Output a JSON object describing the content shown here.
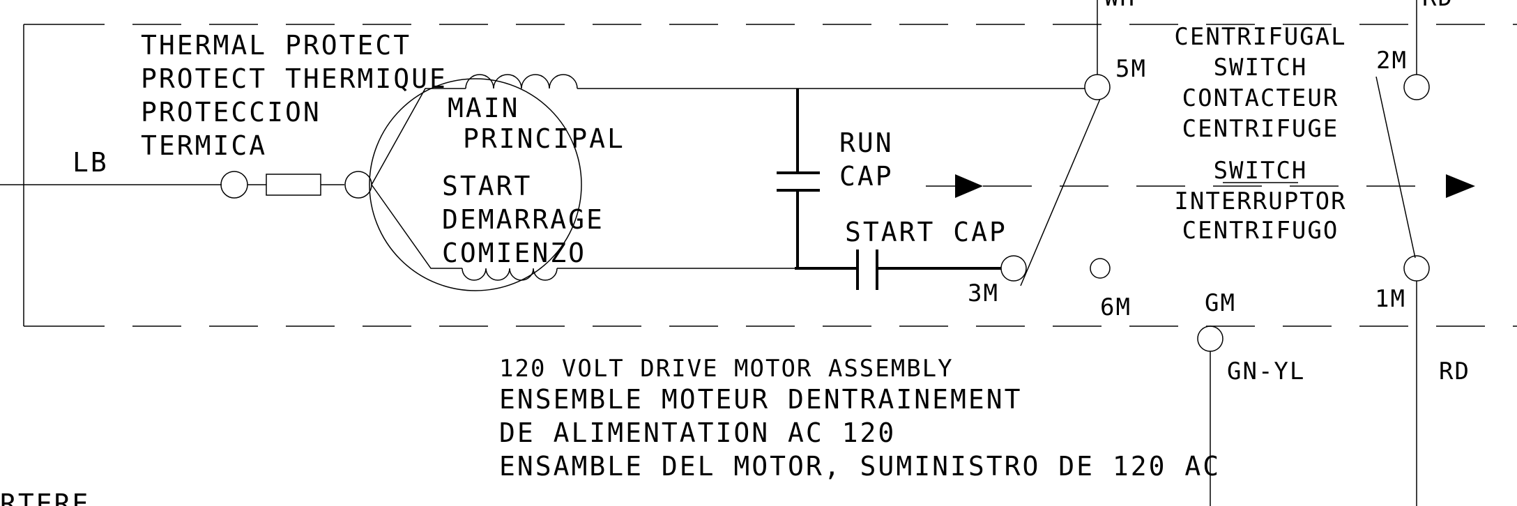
{
  "thermal_protect": [
    "THERMAL PROTECT",
    "PROTECT THERMIQUE",
    "PROTECCION",
    "TERMICA"
  ],
  "lb": "LB",
  "main_winding": [
    "MAIN",
    "PRINCIPAL"
  ],
  "start_winding": [
    "START",
    "DEMARRAGE",
    "COMIENZO"
  ],
  "run_cap": [
    "RUN",
    "CAP"
  ],
  "start_cap": "START CAP",
  "centrifugal_switch": [
    "CENTRIFUGAL",
    "SWITCH",
    "CONTACTEUR",
    "CENTRIFUGE",
    "SWITCH",
    "INTERRUPTOR",
    "CENTRIFUGO"
  ],
  "terminals": {
    "t5m": "5M",
    "t3m": "3M",
    "t6m": "6M",
    "tgm": "GM",
    "t2m": "2M",
    "t1m": "1M"
  },
  "wires": {
    "gn_yl": "GN-YL",
    "rd_bottom": "RD",
    "rd_top": "RD",
    "top_clip": "WH"
  },
  "assembly": [
    "120 VOLT DRIVE MOTOR ASSEMBLY",
    "ENSEMBLE MOTEUR DENTRAINEMENT",
    "DE ALIMENTATION AC 120",
    "ENSAMBLE DEL MOTOR, SUMINISTRO DE 120 AC"
  ],
  "bottom_clip": "RTERE"
}
